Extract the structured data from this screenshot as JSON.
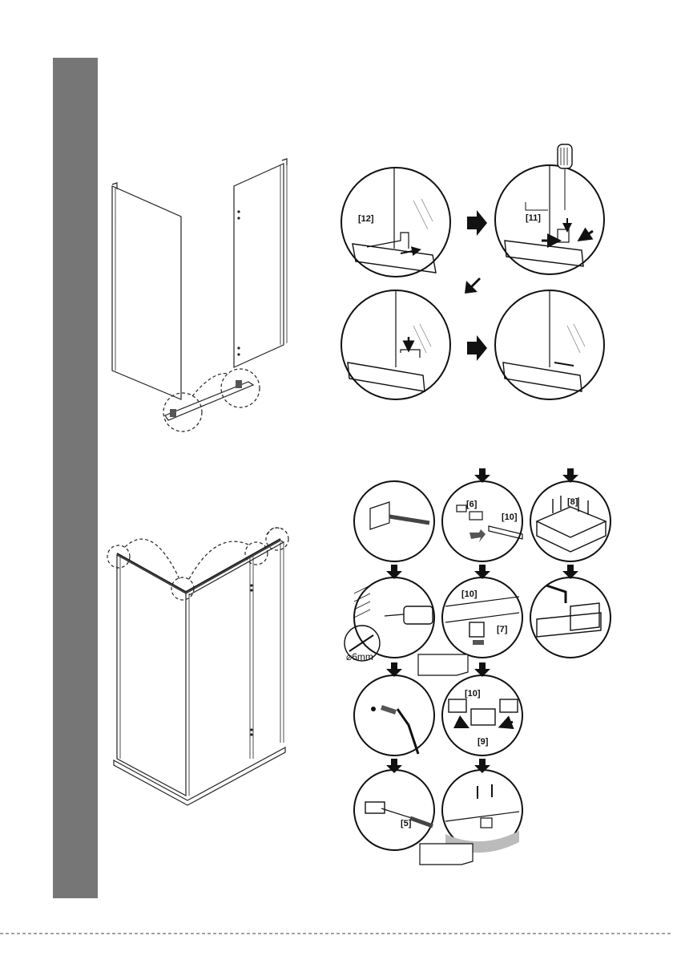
{
  "labels": {
    "part12": "[12]",
    "part11": "[11]",
    "part6": "[6]",
    "part10a": "[10]",
    "part8": "[8]",
    "part10b": "[10]",
    "part7": "[7]",
    "drill": "⌀6mm",
    "part10c": "[10]",
    "part9": "[9]",
    "part5": "[5]"
  }
}
